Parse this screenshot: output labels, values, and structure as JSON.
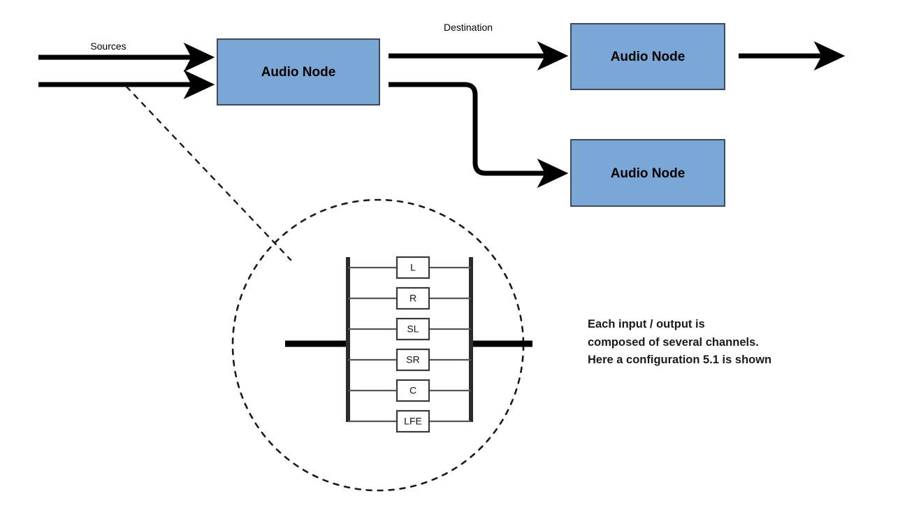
{
  "diagram": {
    "title": "Web Audio node routing diagram",
    "background_color": "#ffffff",
    "node_fill_color": "#7BA7D7",
    "node_stroke_color": "#3F4B5B",
    "line_color": "#000000",
    "callout_color": "#1a1a1a"
  },
  "nodes": [
    {
      "id": "node-main",
      "label": "Audio Node"
    },
    {
      "id": "node-dest-top",
      "label": "Audio Node"
    },
    {
      "id": "node-dest-bottom",
      "label": "Audio Node"
    }
  ],
  "edge_labels": {
    "sources": "Sources",
    "destination": "Destination"
  },
  "callout": {
    "channels": [
      "L",
      "R",
      "SL",
      "SR",
      "C",
      "LFE"
    ],
    "note_lines": [
      "Each input / output is",
      "composed of several channels.",
      "Here a configuration 5.1 is shown"
    ],
    "note_text": "Each input / output is\ncomposed of several channels.\nHere a configuration 5.1 is shown"
  },
  "icons": {
    "arrowhead": "arrow-right-icon",
    "magnifier": "magnifier-circle-icon",
    "leader": "callout-leader-line-icon"
  }
}
